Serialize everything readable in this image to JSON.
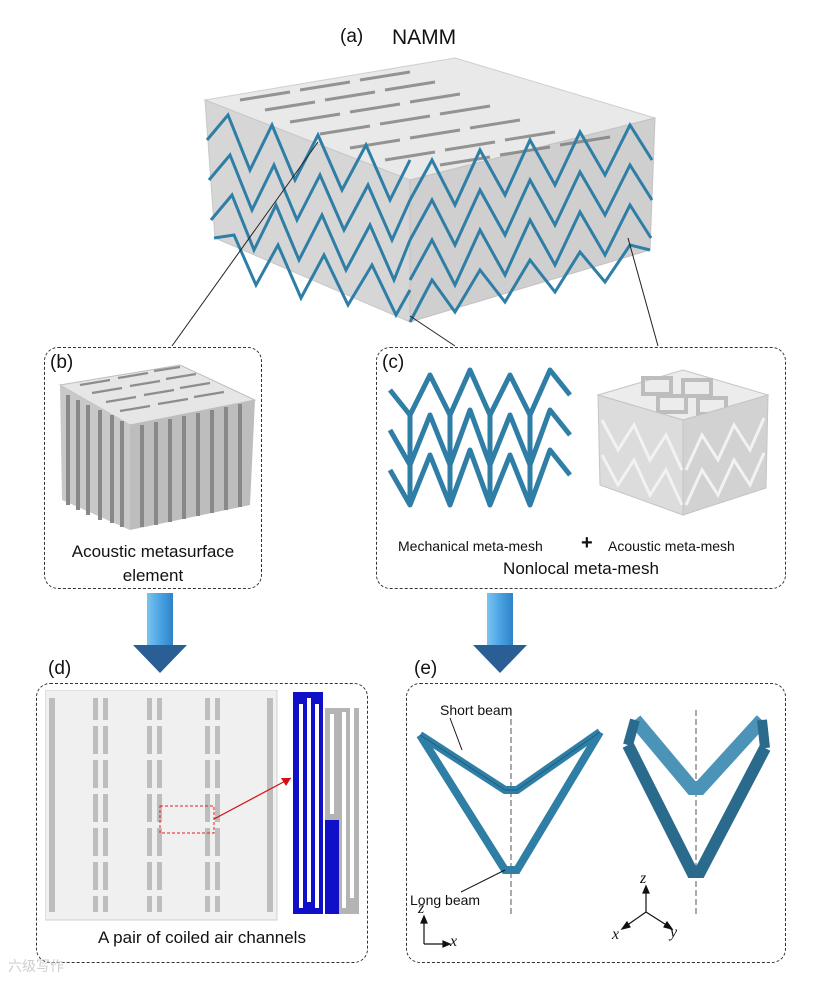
{
  "panel_a": {
    "label": "(a)",
    "title": "NAMM"
  },
  "panel_b": {
    "label": "(b)",
    "caption_line1": "Acoustic metasurface",
    "caption_line2": "element"
  },
  "panel_c": {
    "label": "(c)",
    "left_caption": "Mechanical meta-mesh",
    "plus": "+",
    "right_caption": "Acoustic meta-mesh",
    "caption": "Nonlocal meta-mesh"
  },
  "panel_d": {
    "label": "(d)",
    "caption": "A pair of coiled air channels"
  },
  "panel_e": {
    "label": "(e)",
    "short_beam": "Short beam",
    "long_beam": "Long beam",
    "axis_left": {
      "z": "z",
      "x": "x"
    },
    "axis_right": {
      "z": "z",
      "x": "x",
      "y": "y"
    }
  },
  "colors": {
    "beam_blue": "#2e7ea6",
    "arrow_blue": "#3b8fd6",
    "channel_blue": "#1010c8",
    "gray": "#b4b4b4"
  },
  "watermark": "六级写作"
}
